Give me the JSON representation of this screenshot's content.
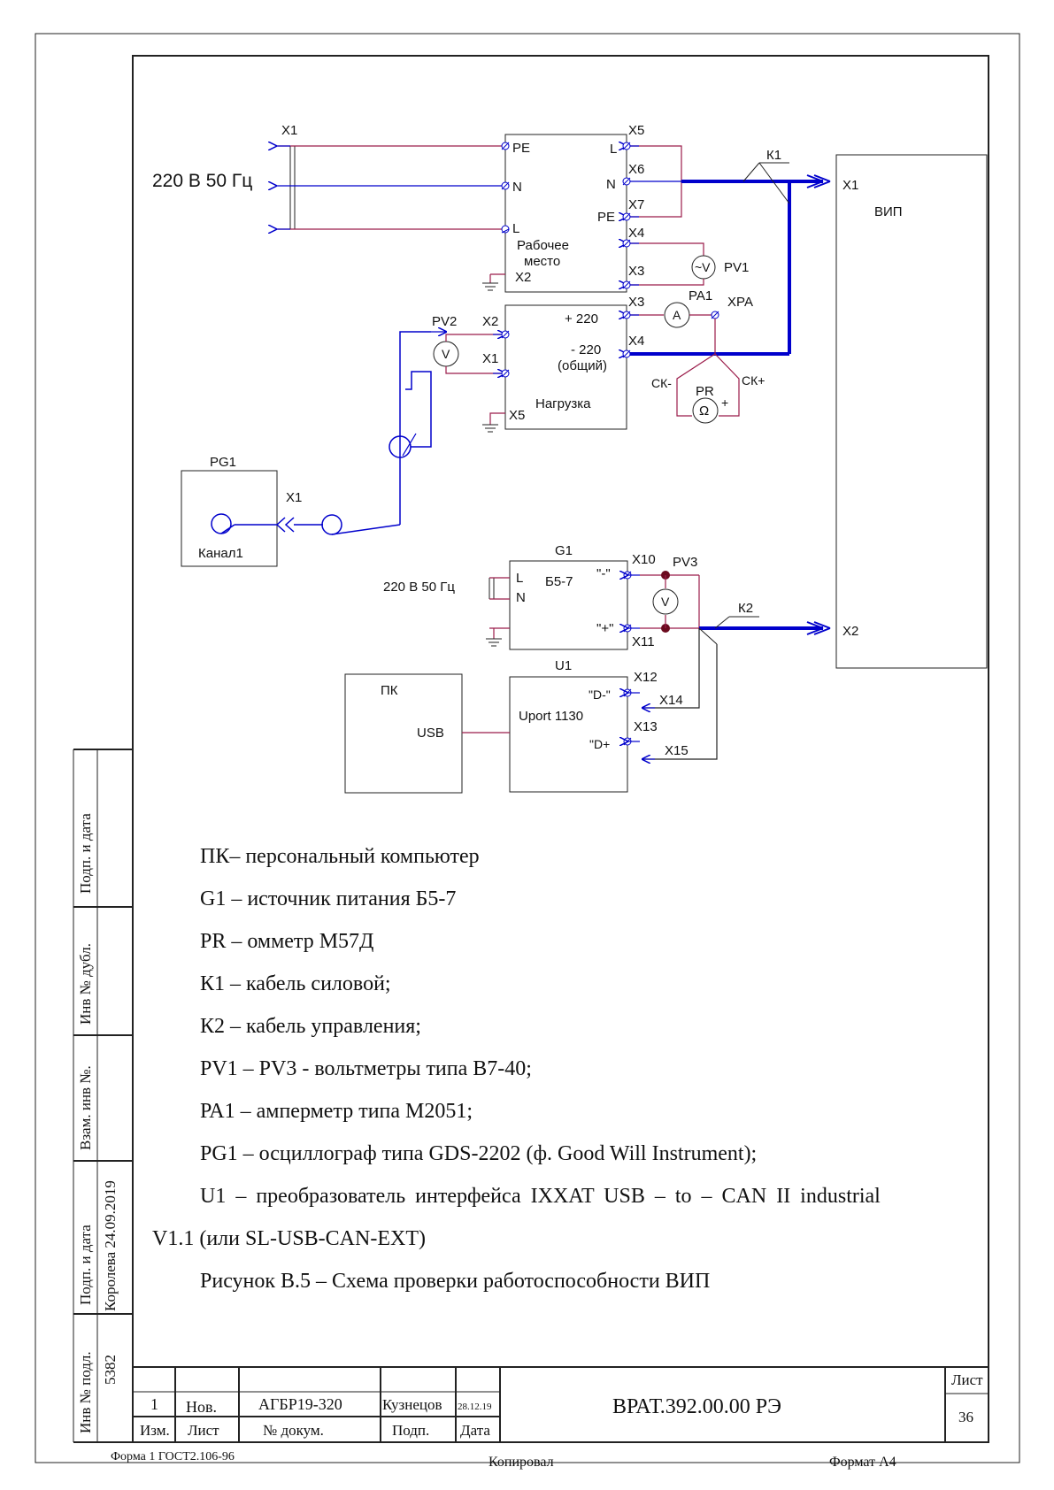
{
  "diagram": {
    "mains": "220 В 50 Гц",
    "x1": "X1",
    "x2": "X2",
    "x3": "X3",
    "x4": "X4",
    "x5": "X5",
    "x6": "X6",
    "x7": "X7",
    "x10": "X10",
    "x11": "X11",
    "x12": "X12",
    "x13": "X13",
    "x14": "X14",
    "x15": "X15",
    "pe": "PE",
    "n": "N",
    "l": "L",
    "workplace_line1": "Рабочее",
    "workplace_line2": "место",
    "vip": "ВИП",
    "k1": "К1",
    "k2": "К2",
    "pv1": "PV1",
    "pv2": "PV2",
    "pv3": "PV3",
    "pa1": "PA1",
    "xpa": "ХРА",
    "pr": "PR",
    "ck_minus": "СК-",
    "ck_plus": "СК+",
    "plus_sign": "+",
    "plus220": "+ 220",
    "minus220": "- 220",
    "common": "(общий)",
    "load": "Нагрузка",
    "pg1": "PG1",
    "channel1": "Канал1",
    "g1": "G1",
    "b57": "Б5-7",
    "mains_small": "220 В 50 Гц",
    "minus_q": "\"-\"",
    "plus_q": "\"+\"",
    "u1": "U1",
    "uport": "Uport 1130",
    "dminus": "\"D-\"",
    "dplus": "\"D+",
    "pk": "ПК",
    "usb": "USB",
    "sym_v": "V",
    "sym_ac": "~V",
    "sym_a": "A",
    "sym_ohm": "Ω"
  },
  "legend": [
    "ПК– персональный компьютер",
    "G1 – источник питания Б5-7",
    "PR – омметр М57Д",
    "К1 – кабель силовой;",
    "К2 – кабель управления;",
    "PV1 – PV3 - вольтметры типа В7-40;",
    "РА1 – амперметр типа М2051;",
    "PG1 – осциллограф типа GDS-2202 (ф. Good Will Instrument);",
    "U1 – преобразователь интерфейса IXXAT USB – to – CAN II industrial",
    "V1.1 (или SL-USB-CAN-EXT)",
    "Рисунок В.5 – Схема проверки работоспособности ВИП"
  ],
  "side": {
    "podp_data1": "Подп. и дата",
    "inv_dubl": "Инв № дубл.",
    "vzam_inv": "Взам. инв №.",
    "podp_data2": "Подп. и дата",
    "korol": "Королева 24.09.2019",
    "inv_podl": "Инв № подл.",
    "num": "5382"
  },
  "stamp": {
    "izm_val": "1",
    "list_val": "Нов.",
    "doc_val": "АГБР19-320",
    "podp_val": "Кузнецов",
    "date_val": "28.12.19",
    "izm": "Изм.",
    "list": "Лист",
    "doc": "№ докум.",
    "podp": "Подп.",
    "date": "Дата",
    "code": "ВРАТ.392.00.00 РЭ",
    "sheet_label": "Лист",
    "sheet_num": "36"
  },
  "footer": {
    "form": "Форма 1 ГОСТ2.106-96",
    "copied": "Копировал",
    "format": "Формат А4"
  },
  "colors": {
    "wire": "#0000cc",
    "ground": "#9b1c4a",
    "node": "#6b0a1e",
    "frame": "#222222"
  }
}
